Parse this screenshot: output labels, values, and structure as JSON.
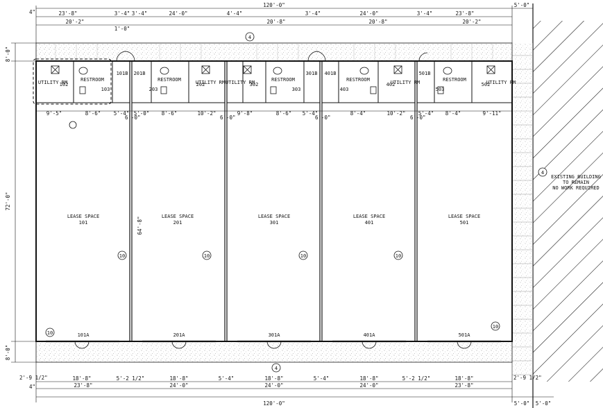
{
  "dims_top": {
    "overall": "120'-0\"",
    "right_overall": "5'-0\"",
    "left_small": "4\"",
    "row2": [
      "23'-8\"",
      "3'-4\"",
      "3'-4\"",
      "24'-0\"",
      "4'-4\"",
      "3'-4\"",
      "24'-0\"",
      "3'-4\"",
      "23'-8\""
    ],
    "row3": [
      "20'-2\"",
      "1'-0\"",
      "20'-8\"",
      "20'-8\"",
      "20'-2\""
    ]
  },
  "dims_bottom": {
    "overall": "120'-0\"",
    "right_overall": "5'-0\"",
    "right_5": "5'-0\"",
    "left_small": "4\"",
    "left_small2": "2'-9 1/2\"",
    "right_small2": "2'-9 1/2\"",
    "storefront": [
      "18'-8\"",
      "18'-8\"",
      "18'-8\"",
      "18'-8\"",
      "18'-8\""
    ],
    "piers": [
      "5'-2 1/2\"",
      "5'-4\"",
      "5'-4\"",
      "5'-2 1/2\""
    ],
    "bays": [
      "23'-8\"",
      "24'-0\"",
      "24'-0\"",
      "24'-0\"",
      "23'-8\""
    ]
  },
  "dims_left": {
    "top": "8'-0\"",
    "middle": "72'-0\"",
    "bottom": "8'-0\""
  },
  "dims_interior": {
    "row": [
      "9'-5\"",
      "8'-6\"",
      "5'-4\"",
      "5'-0\"",
      "8'-6\"",
      "10'-2\"",
      "9'-8\"",
      "8'-6\"",
      "5'-4\"",
      "8'-4\"",
      "10'-2\"",
      "5'-4\"",
      "8'-4\"",
      "9'-11\""
    ],
    "demising": "6'-0\"",
    "unit2_depth": "64'-8\""
  },
  "units": [
    {
      "lease_label": "LEASE SPACE",
      "lease_num": "101",
      "door": "101A",
      "rear_door": "101B",
      "restroom": "RESTROOM",
      "restroom_num": "103",
      "utility": "UTILITY RM",
      "utility_num": "102"
    },
    {
      "lease_label": "LEASE SPACE",
      "lease_num": "201",
      "door": "201A",
      "rear_door": "201B",
      "restroom": "RESTROOM",
      "restroom_num": "203",
      "utility": "UTILITY RM",
      "utility_num": "202"
    },
    {
      "lease_label": "LEASE SPACE",
      "lease_num": "301",
      "door": "301A",
      "rear_door": "301B",
      "restroom": "RESTROOM",
      "restroom_num": "303",
      "utility": "UTILITY RM",
      "utility_num": "302"
    },
    {
      "lease_label": "LEASE SPACE",
      "lease_num": "401",
      "door": "401A",
      "rear_door": "401B",
      "restroom": "RESTROOM",
      "restroom_num": "403",
      "utility": "UTILITY RM",
      "utility_num": "402"
    },
    {
      "lease_label": "LEASE SPACE",
      "lease_num": "501",
      "door": "501A",
      "rear_door": "501B",
      "restroom": "RESTROOM",
      "restroom_num": "503",
      "utility": "UTILITY RM",
      "utility_num": "502"
    }
  ],
  "existing_building": {
    "line1": "EXISTING BUILDING",
    "line2": "TO REMAIN",
    "line3": "NO WORK REQUIRED"
  },
  "tags": {
    "keynote": "4",
    "wall": "10"
  },
  "colors": {
    "ink": "#111111",
    "paper": "#ffffff",
    "stipple": "#777777"
  }
}
